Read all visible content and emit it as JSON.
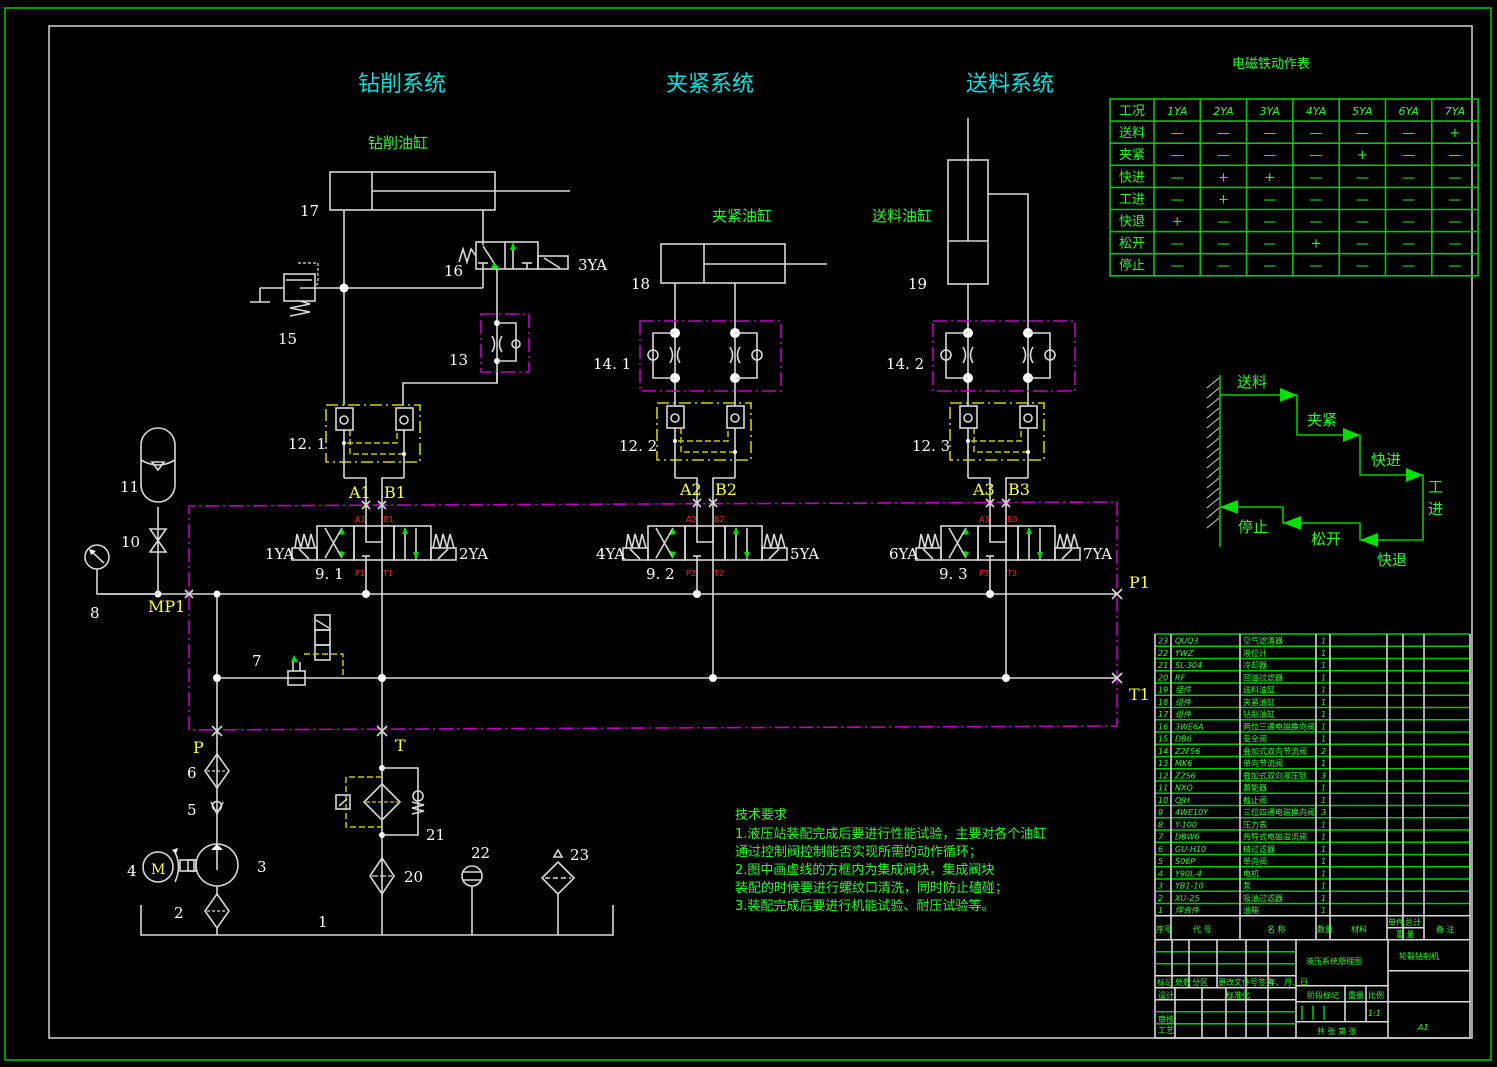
{
  "titles": {
    "drilling_system": "钻削系统",
    "clamping_system": "夹紧系统",
    "feeding_system": "送料系统"
  },
  "cylinders": {
    "drilling": {
      "label": "钻削油缸",
      "number": "17"
    },
    "clamping": {
      "label": "夹紧油缸",
      "number": "18"
    },
    "feeding": {
      "label": "送料油缸",
      "number": "19"
    }
  },
  "component_labels": {
    "c1": "1",
    "c2": "2",
    "c3": "3",
    "c4": "4",
    "c5": "5",
    "c6": "6",
    "c7": "7",
    "c8": "8",
    "c10": "10",
    "c11": "11",
    "c13": "13",
    "c15": "15",
    "c16": "16",
    "c20": "20",
    "c21": "21",
    "c22": "22",
    "c23": "23",
    "c9_1": "9. 1",
    "c9_2": "9. 2",
    "c9_3": "9. 3",
    "c12_1": "12. 1",
    "c12_2": "12. 2",
    "c12_3": "12. 3",
    "c14_1": "14. 1",
    "c14_2": "14. 2",
    "motor": "M"
  },
  "solenoids": [
    "1YA",
    "2YA",
    "3YA",
    "4YA",
    "5YA",
    "6YA",
    "7YA"
  ],
  "ports": {
    "A1": "A1",
    "B1": "B1",
    "A2": "A2",
    "B2": "B2",
    "A3": "A3",
    "B3": "B3",
    "P": "P",
    "T": "T",
    "P1": "P1",
    "T1": "T1",
    "MP1": "MP1",
    "small": {
      "A1": "A1",
      "B1": "B1",
      "P1": "P1",
      "T1": "T1",
      "A2": "A2",
      "B2": "B2",
      "P2": "P2",
      "T2": "T2",
      "A3": "A3",
      "B3": "B3",
      "P3": "P3",
      "T3": "T3"
    }
  },
  "solenoid_table": {
    "title": "电磁铁动作表",
    "headers": [
      "工况",
      "1YA",
      "2YA",
      "3YA",
      "4YA",
      "5YA",
      "6YA",
      "7YA"
    ],
    "rows": [
      [
        "送料",
        "—",
        "—",
        "—",
        "—",
        "—",
        "—",
        "+"
      ],
      [
        "夹紧",
        "—",
        "—",
        "—",
        "—",
        "+",
        "—",
        "—"
      ],
      [
        "快进",
        "—",
        "+",
        "+",
        "—",
        "—",
        "—",
        "—"
      ],
      [
        "工进",
        "—",
        "+",
        "—",
        "—",
        "—",
        "—",
        "—"
      ],
      [
        "快退",
        "+",
        "—",
        "—",
        "—",
        "—",
        "—",
        "—"
      ],
      [
        "松开",
        "—",
        "—",
        "—",
        "+",
        "—",
        "—",
        "—"
      ],
      [
        "停止",
        "—",
        "—",
        "—",
        "—",
        "—",
        "—",
        "—"
      ]
    ]
  },
  "cycle_diagram": {
    "steps": [
      "送料",
      "夹紧",
      "快进",
      "工",
      "进",
      "快退",
      "松开",
      "停止"
    ]
  },
  "tech_requirements": {
    "title": "技术要求",
    "lines": [
      "1.液压站装配完成后要进行性能试验，主要对各个油缸",
      "通过控制阀控制能否实现所需的动作循环；",
      "2.图中画虚线的方框内为集成阀块，集成阀块",
      "装配的时候要进行螺纹口清洗，同时防止磕碰；",
      "3.装配完成后要进行机能试验、耐压试验等。"
    ]
  },
  "parts_list": {
    "rows": [
      {
        "no": "23",
        "code": "QUQ3",
        "name": "空气滤清器",
        "qty": "1"
      },
      {
        "no": "22",
        "code": "YWZ",
        "name": "液位计",
        "qty": "1"
      },
      {
        "no": "21",
        "code": "SL-304",
        "name": "冷却器",
        "qty": "1"
      },
      {
        "no": "20",
        "code": "RF",
        "name": "回油过滤器",
        "qty": "1"
      },
      {
        "no": "19",
        "code": "组件",
        "name": "送料油缸",
        "qty": "1"
      },
      {
        "no": "18",
        "code": "组件",
        "name": "夹紧油缸",
        "qty": "1"
      },
      {
        "no": "17",
        "code": "组件",
        "name": "钻削油缸",
        "qty": "1"
      },
      {
        "no": "16",
        "code": "3WE6A",
        "name": "两位三通电磁换向阀",
        "qty": "1"
      },
      {
        "no": "15",
        "code": "DB6",
        "name": "安全阀",
        "qty": "1"
      },
      {
        "no": "14",
        "code": "Z2FS6",
        "name": "叠加式双向节流阀",
        "qty": "2"
      },
      {
        "no": "13",
        "code": "MK6",
        "name": "单向节流阀",
        "qty": "1"
      },
      {
        "no": "12",
        "code": "Z2S6",
        "name": "叠加式双向液压锁",
        "qty": "3"
      },
      {
        "no": "11",
        "code": "NXQ",
        "name": "蓄能器",
        "qty": "1"
      },
      {
        "no": "10",
        "code": "QJH",
        "name": "截止阀",
        "qty": "1"
      },
      {
        "no": "9",
        "code": "4WE10Y",
        "name": "三位四通电磁换向阀",
        "qty": "3"
      },
      {
        "no": "8",
        "code": "Y-100",
        "name": "压力表",
        "qty": "1"
      },
      {
        "no": "7",
        "code": "DBW6",
        "name": "先导式电磁溢流阀",
        "qty": "1"
      },
      {
        "no": "6",
        "code": "GU-H10",
        "name": "精过滤器",
        "qty": "1"
      },
      {
        "no": "5",
        "code": "S06P",
        "name": "单向阀",
        "qty": "1"
      },
      {
        "no": "4",
        "code": "Y90L-4",
        "name": "电机",
        "qty": "1"
      },
      {
        "no": "3",
        "code": "YB1-10",
        "name": "泵",
        "qty": "1"
      },
      {
        "no": "2",
        "code": "XU-25",
        "name": "吸油过滤器",
        "qty": "1"
      },
      {
        "no": "1",
        "code": "焊合件",
        "name": "油箱",
        "qty": "1"
      }
    ],
    "header": {
      "no": "序号",
      "code": "代 号",
      "name": "名 称",
      "qty": "数量",
      "material": "材料",
      "unit": "单件",
      "total": "总计",
      "weight": "重 量",
      "remarks": "备 注"
    }
  },
  "title_block": {
    "drawing_name": "液压系统原理图",
    "machine_name": "轮毂钻削机",
    "mark": "标记",
    "count": "处数",
    "zone": "分区",
    "change_doc": "更改文件号签名",
    "date": "年、月、日",
    "design": "设计",
    "standardize": "标准化",
    "stage_mark": "阶段标记",
    "weight": "重量",
    "scale": "比例",
    "scale_value": "1:1",
    "review": "审核",
    "process": "工艺",
    "sheets": "共  张 第  张",
    "size": "A1"
  }
}
